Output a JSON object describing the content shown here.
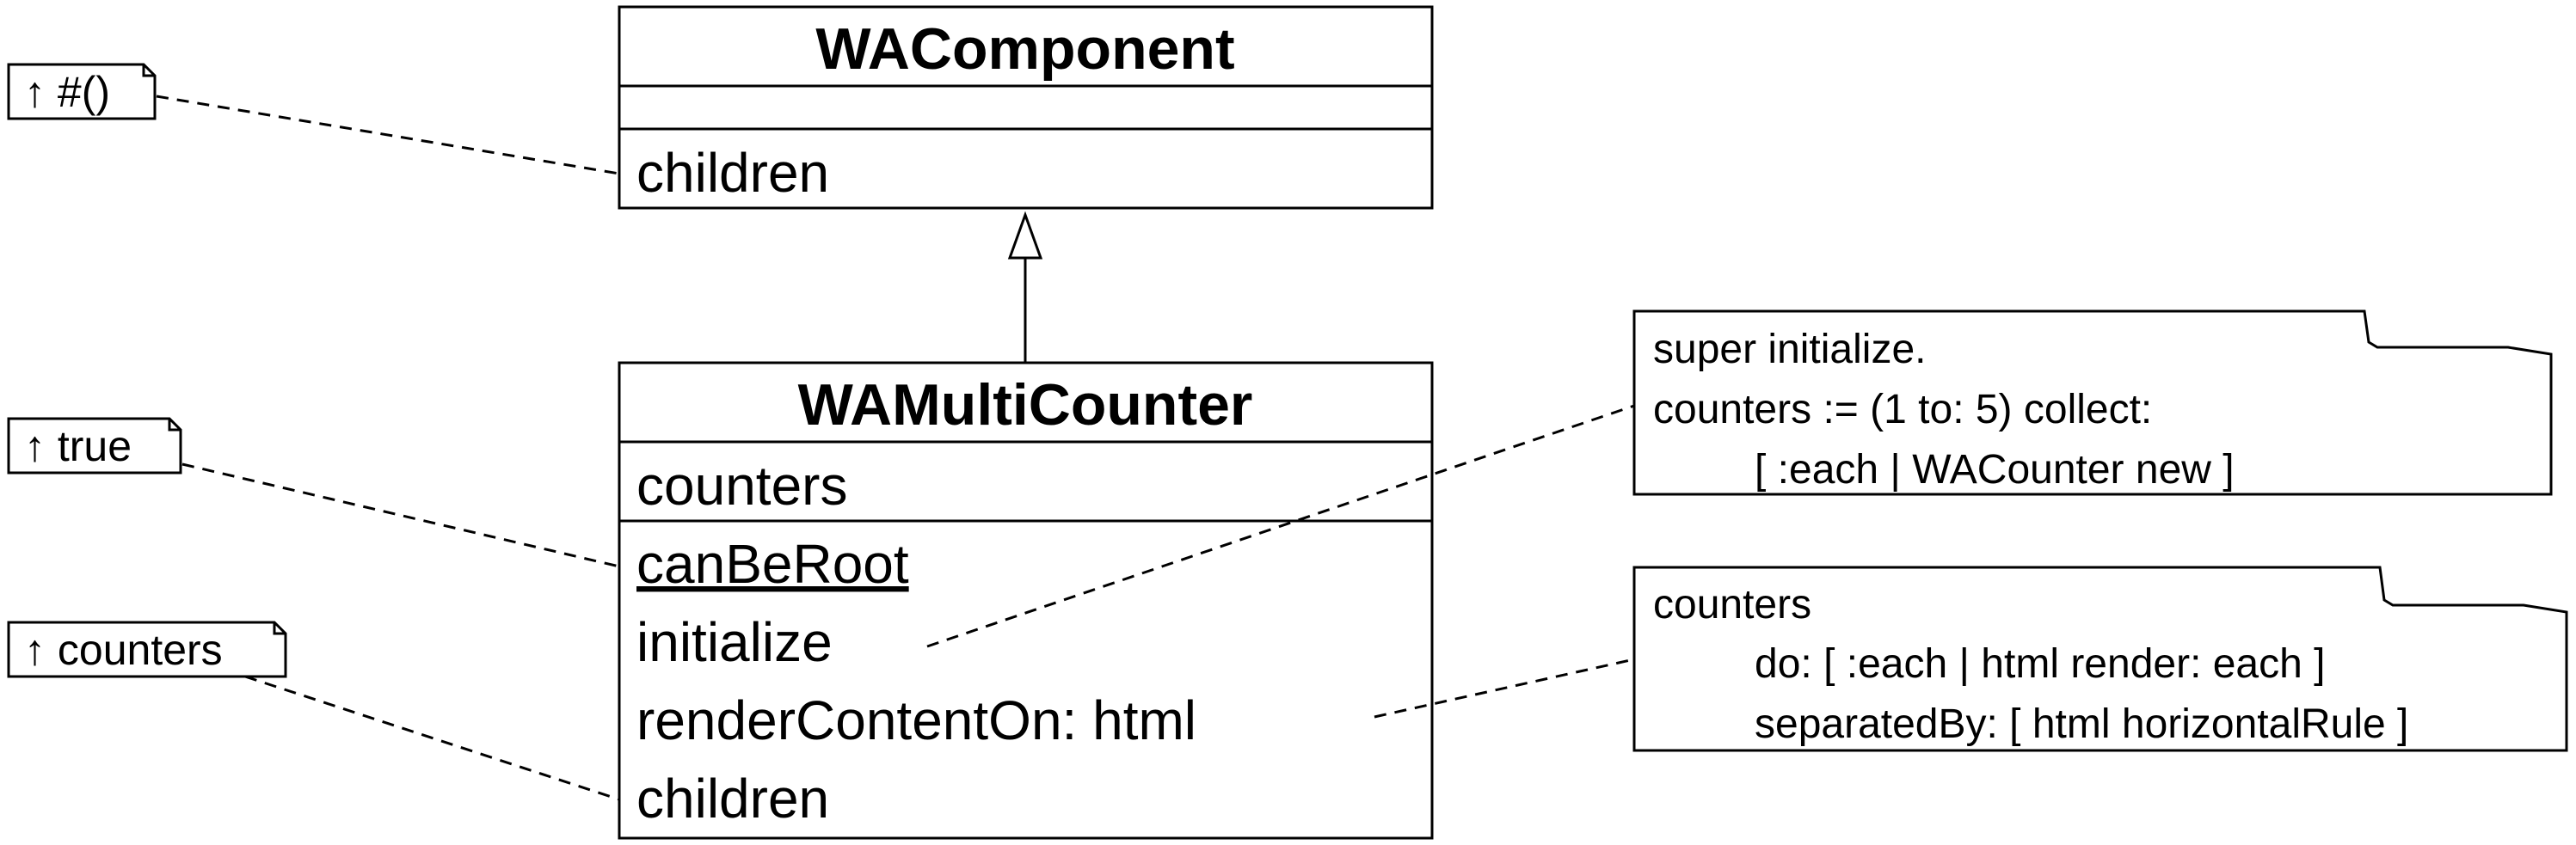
{
  "classes": {
    "wacomponent": {
      "name": "WAComponent",
      "attributes": [],
      "methods": [
        "children"
      ]
    },
    "wamulticounter": {
      "name": "WAMultiCounter",
      "attributes": [
        "counters"
      ],
      "methods": [
        "canBeRoot",
        "initialize",
        "renderContentOn: html",
        "children"
      ]
    }
  },
  "notes": {
    "component_children": "↑ #()",
    "can_be_root": "↑ true",
    "children_return": "↑ counters",
    "initialize_code": [
      "super initialize.",
      "counters := (1 to: 5) collect:",
      "[ :each | WACounter new ]"
    ],
    "render_code": [
      "counters",
      "do: [ :each | html render: each ]",
      "separatedBy: [ html horizontalRule ]"
    ]
  }
}
